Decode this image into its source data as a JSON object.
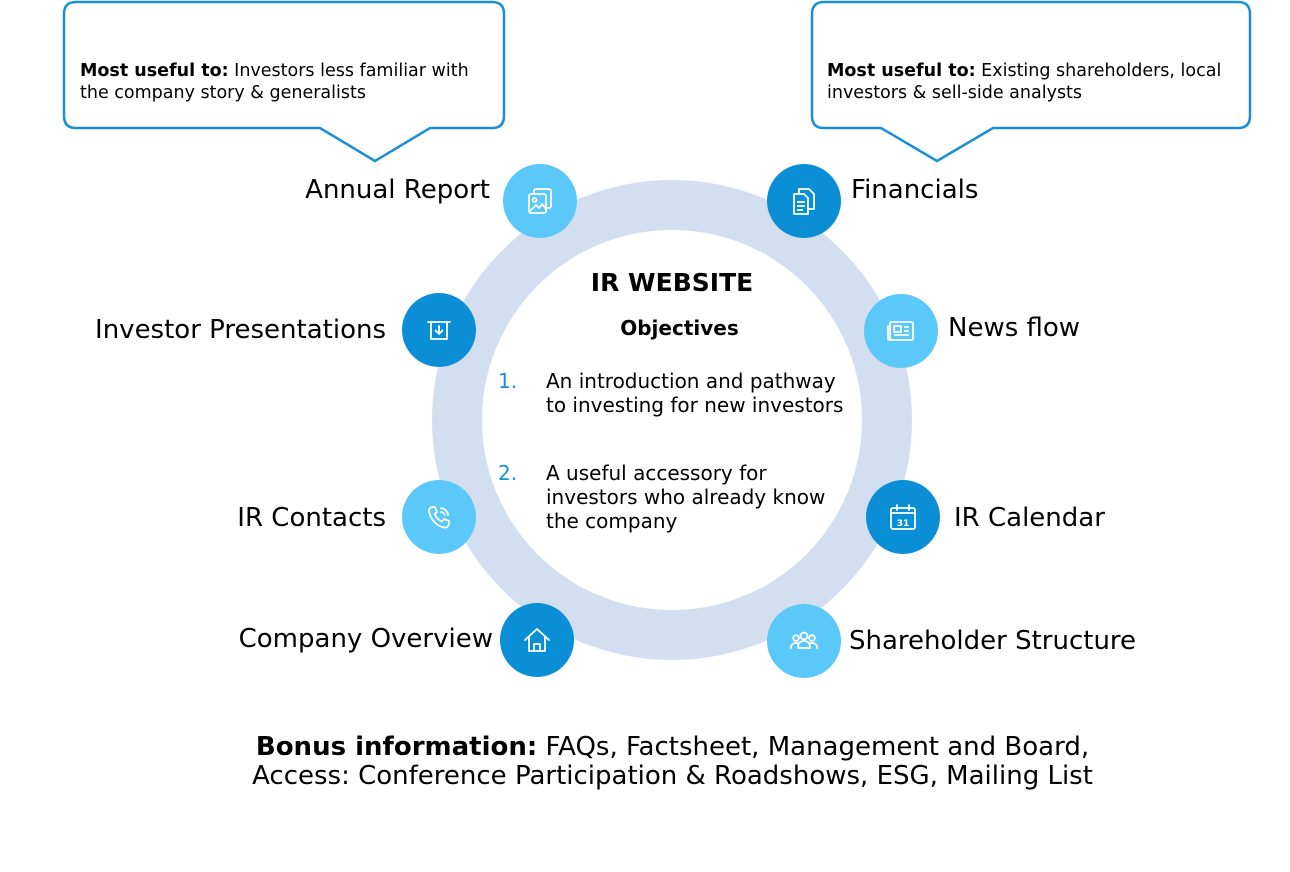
{
  "callouts": {
    "left": {
      "bold": "Most useful to:",
      "text": " Investors less familiar with the company story & generalists"
    },
    "right": {
      "bold": "Most useful to:",
      "text": " Existing shareholders, local investors & sell-side analysts"
    }
  },
  "center": {
    "title": "IR WEBSITE",
    "subtitle": "Objectives",
    "objectives": [
      {
        "num": "1.",
        "text": "An introduction and pathway to investing for new investors"
      },
      {
        "num": "2.",
        "text": "A useful accessory for investors who already know the company"
      }
    ]
  },
  "nodes": {
    "annual_report": {
      "label": "Annual Report",
      "icon": "images-icon"
    },
    "financials": {
      "label": "Financials",
      "icon": "documents-icon"
    },
    "investor_presentations": {
      "label": "Investor Presentations",
      "icon": "download-box-icon"
    },
    "news_flow": {
      "label": "News flow",
      "icon": "newspaper-icon"
    },
    "ir_contacts": {
      "label": "IR Contacts",
      "icon": "phone-icon"
    },
    "ir_calendar": {
      "label": "IR Calendar",
      "icon": "calendar-icon",
      "day": "31"
    },
    "company_overview": {
      "label": "Company Overview",
      "icon": "home-icon"
    },
    "shareholder_structure": {
      "label": "Shareholder Structure",
      "icon": "people-icon"
    }
  },
  "bonus": {
    "bold": "Bonus information:",
    "line1": " FAQs, Factsheet, Management and Board,",
    "line2": "Access: Conference Participation & Roadshows, ESG, Mailing List"
  },
  "colors": {
    "ring": "#d3dff1",
    "node_dark": "#0a8fd6",
    "node_light": "#5ac8f9",
    "callout_border": "#1a8fd8",
    "objective_number": "#1a8fd8"
  }
}
